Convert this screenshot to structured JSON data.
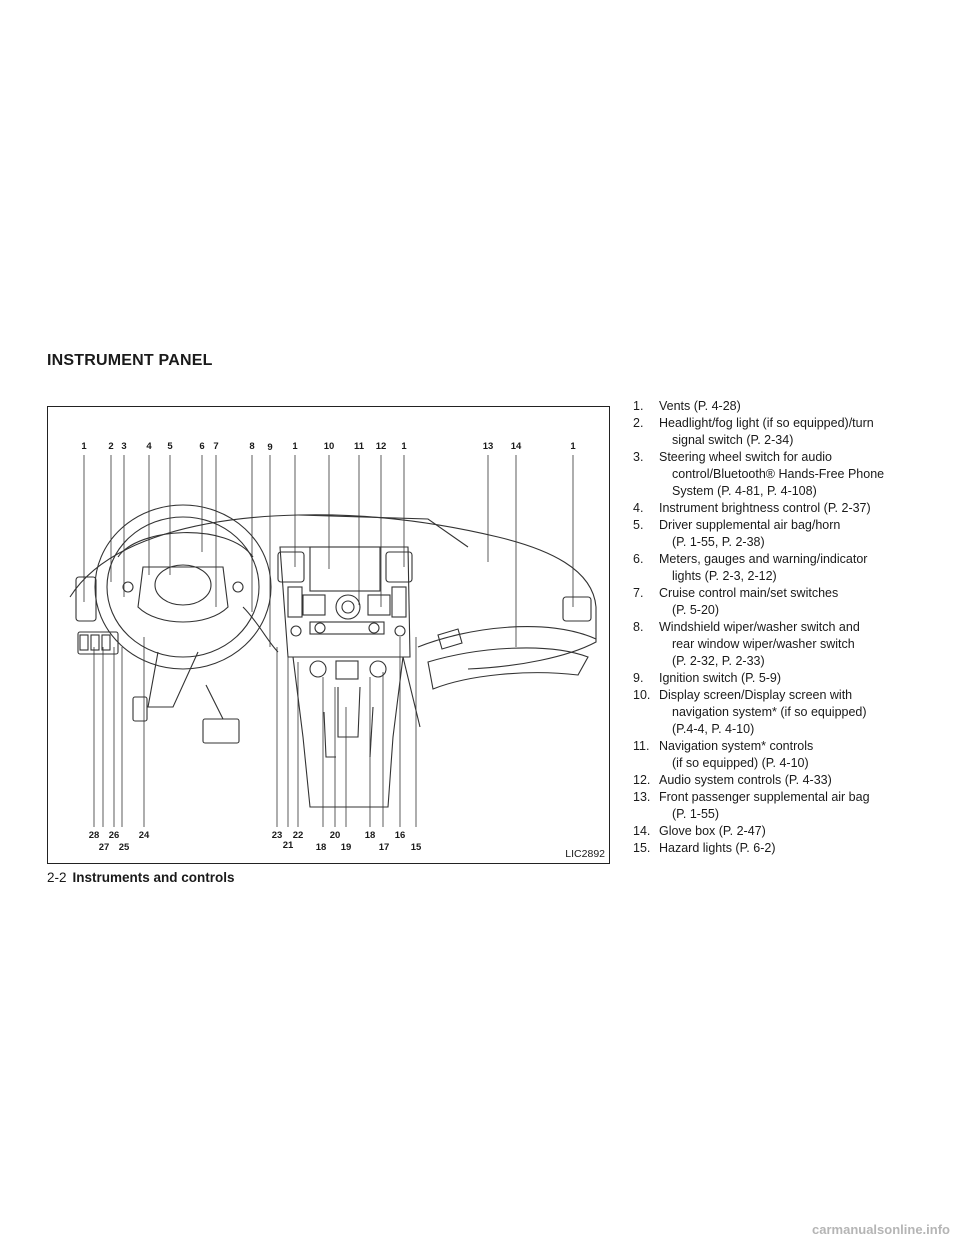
{
  "heading": "INSTRUMENT PANEL",
  "figure": {
    "code": "LIC2892",
    "callouts_top": [
      "1",
      "2",
      "3",
      "4",
      "5",
      "6",
      "7",
      "8",
      "9",
      "1",
      "10",
      "11",
      "12",
      "1",
      "13",
      "14",
      "1"
    ],
    "callouts_bottom_upper": [
      "28",
      "26",
      "24",
      "23",
      "22",
      "20",
      "18",
      "16"
    ],
    "callouts_bottom_lower": [
      "27",
      "25",
      "21",
      "18",
      "19",
      "17",
      "15"
    ]
  },
  "legend": [
    {
      "num": "1.",
      "lines": [
        "Vents (P. 4-28)"
      ]
    },
    {
      "num": "2.",
      "lines": [
        "Headlight/fog light (if so equipped)/turn",
        "signal switch (P. 2-34)"
      ]
    },
    {
      "num": "3.",
      "lines": [
        "Steering wheel switch for audio",
        "control/Bluetooth® Hands-Free Phone",
        "System (P. 4-81, P. 4-108)"
      ]
    },
    {
      "num": "4.",
      "lines": [
        "Instrument brightness control (P. 2-37)"
      ]
    },
    {
      "num": "5.",
      "lines": [
        "Driver supplemental air bag/horn",
        "(P. 1-55, P. 2-38)"
      ]
    },
    {
      "num": "6.",
      "lines": [
        "Meters, gauges and warning/indicator",
        "lights (P. 2-3, 2-12)"
      ]
    },
    {
      "num": "7.",
      "lines": [
        "Cruise control main/set switches",
        "(P. 5-20)"
      ]
    },
    {
      "num": "8.",
      "lines": [
        "Windshield wiper/washer switch and",
        "rear window wiper/washer switch",
        "(P. 2-32, P. 2-33)"
      ]
    },
    {
      "num": "9.",
      "lines": [
        "Ignition switch (P. 5-9)"
      ]
    },
    {
      "num": "10.",
      "lines": [
        "Display screen/Display screen with",
        "navigation system* (if so equipped)",
        "(P.4-4, P. 4-10)"
      ]
    },
    {
      "num": "11.",
      "lines": [
        "Navigation system* controls",
        "(if so equipped) (P. 4-10)"
      ]
    },
    {
      "num": "12.",
      "lines": [
        "Audio system controls (P. 4-33)"
      ]
    },
    {
      "num": "13.",
      "lines": [
        "Front passenger supplemental air bag",
        "(P. 1-55)"
      ]
    },
    {
      "num": "14.",
      "lines": [
        "Glove box (P. 2-47)"
      ]
    },
    {
      "num": "15.",
      "lines": [
        "Hazard lights (P. 6-2)"
      ]
    }
  ],
  "footer": {
    "page": "2-2",
    "section": "Instruments and controls"
  },
  "watermark": "carmanualsonline.info"
}
